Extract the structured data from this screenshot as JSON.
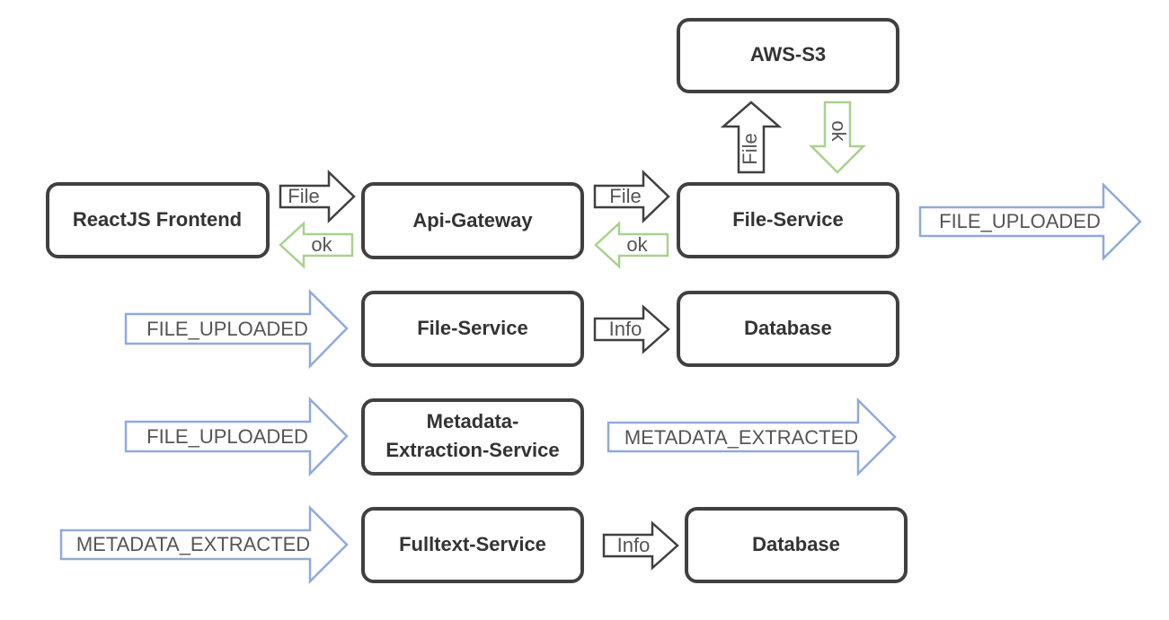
{
  "colors": {
    "box_border": "#404040",
    "dark_arrow": "#404040",
    "ok_arrow": "#a9d18e",
    "event_arrow": "#8faadc",
    "text": "#333333"
  },
  "nodes": {
    "aws_s3": "AWS-S3",
    "react_frontend": "ReactJS Frontend",
    "api_gateway": "Api-Gateway",
    "file_service_top": "File-Service",
    "file_service_row2": "File-Service",
    "database_row2": "Database",
    "metadata_line1": "Metadata-",
    "metadata_line2": "Extraction-Service",
    "fulltext_service": "Fulltext-Service",
    "database_row4": "Database"
  },
  "arrows": {
    "file_to_gateway": "File",
    "ok_to_frontend": "ok",
    "file_to_fileservice": "File",
    "ok_to_gateway": "ok",
    "file_to_s3": "File",
    "ok_from_s3": "ok",
    "event_out_row1": "FILE_UPLOADED",
    "event_in_row2": "FILE_UPLOADED",
    "info_row2": "Info",
    "event_in_row3": "FILE_UPLOADED",
    "event_out_row3": "METADATA_EXTRACTED",
    "event_in_row4": "METADATA_EXTRACTED",
    "info_row4": "Info"
  }
}
